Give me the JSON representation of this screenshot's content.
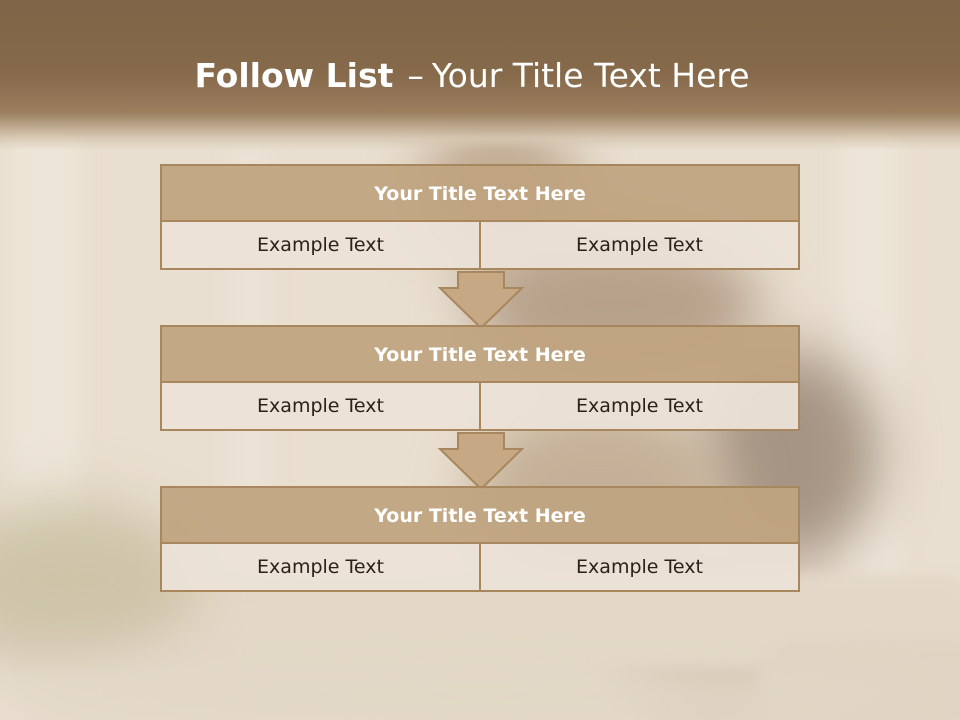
{
  "slide": {
    "title_bold": "Follow List",
    "title_separator": "–",
    "title_rest": "Your Title Text Here"
  },
  "steps": [
    {
      "title": "Your Title Text Here",
      "cells": [
        "Example Text",
        "Example Text"
      ]
    },
    {
      "title": "Your Title Text Here",
      "cells": [
        "Example Text",
        "Example Text"
      ]
    },
    {
      "title": "Your Title Text Here",
      "cells": [
        "Example Text",
        "Example Text"
      ]
    }
  ],
  "colors": {
    "header_band": "#866a4b",
    "box_header_fill": "#c0a480",
    "box_border": "#a8875f",
    "cell_fill": "#ece2d8",
    "arrow_fill": "#c6a984",
    "text_dark": "#2a2118",
    "text_light": "#ffffff"
  },
  "icons": [
    "down-arrow-icon",
    "down-arrow-icon"
  ]
}
